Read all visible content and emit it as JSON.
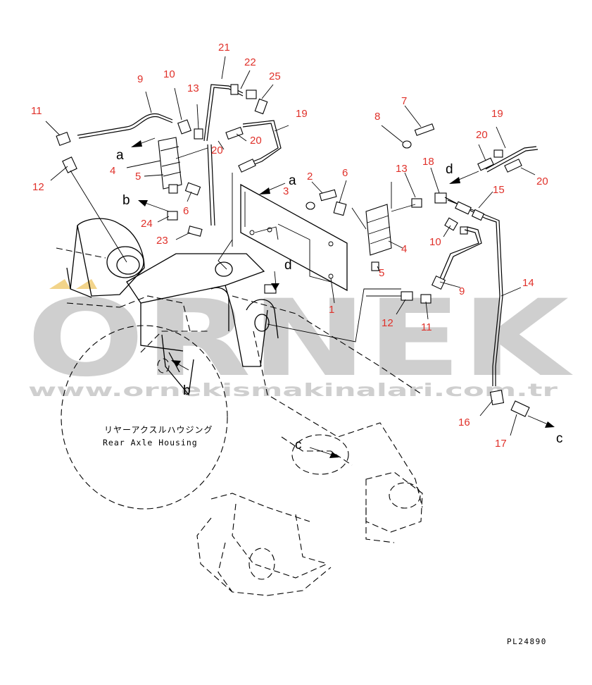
{
  "drawing_code": "PL24890",
  "housing_label_jp": "リヤーアクスルハウジング",
  "housing_label_en": "Rear Axle Housing",
  "watermark": {
    "logo": "ORNEK",
    "url": "www.ornekismakinalari.com.tr"
  },
  "reference_letters": [
    "a",
    "b",
    "c",
    "d"
  ],
  "callouts": [
    "1",
    "2",
    "3",
    "4",
    "5",
    "6",
    "7",
    "8",
    "9",
    "10",
    "11",
    "12",
    "13",
    "14",
    "15",
    "16",
    "17",
    "18",
    "19",
    "20",
    "21",
    "22",
    "23",
    "24",
    "25"
  ],
  "colors": {
    "callout": "#e0312a",
    "line": "#000000",
    "watermark": "#cfcfcf",
    "watermark_accent": "#f2d48a"
  }
}
